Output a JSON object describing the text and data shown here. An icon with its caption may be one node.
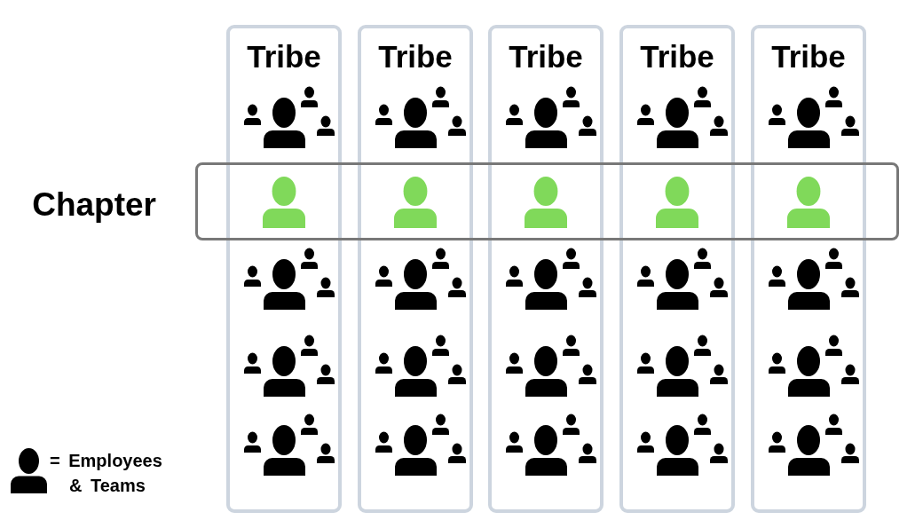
{
  "diagram": {
    "nodes": [
      {
        "text": [
          "Tribe"
        ]
      },
      {
        "text": [
          "Tribe"
        ]
      },
      {
        "text": [
          "Tribe"
        ]
      },
      {
        "text": [
          "Tribe"
        ]
      },
      {
        "text": [
          "Tribe"
        ]
      },
      {
        "text": [
          "Chapter"
        ]
      }
    ],
    "legend": [
      {
        "text": "= Employees & Teams"
      }
    ]
  }
}
